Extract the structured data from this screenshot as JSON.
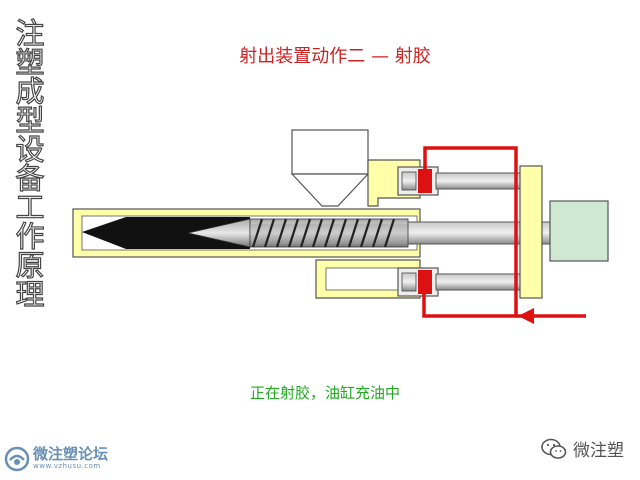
{
  "side_title": "注塑成型设备工作原理",
  "diagram_title": "射出装置动作二 — 射胶",
  "status_text": "正在射胶，油缸充油中",
  "watermark_left": {
    "name": "微注塑论坛",
    "url": "www.vzhusu.com"
  },
  "watermark_right": {
    "name": "微注塑"
  },
  "colors": {
    "barrel_fill": "#ffffaa",
    "barrel_stroke": "#555555",
    "melt": "#111111",
    "screw_rod": "#888888",
    "hydraulic_line": "#dd1111",
    "motor": "#cfe8d2",
    "title_red": "#cc2222",
    "status_green": "#22aa22"
  }
}
